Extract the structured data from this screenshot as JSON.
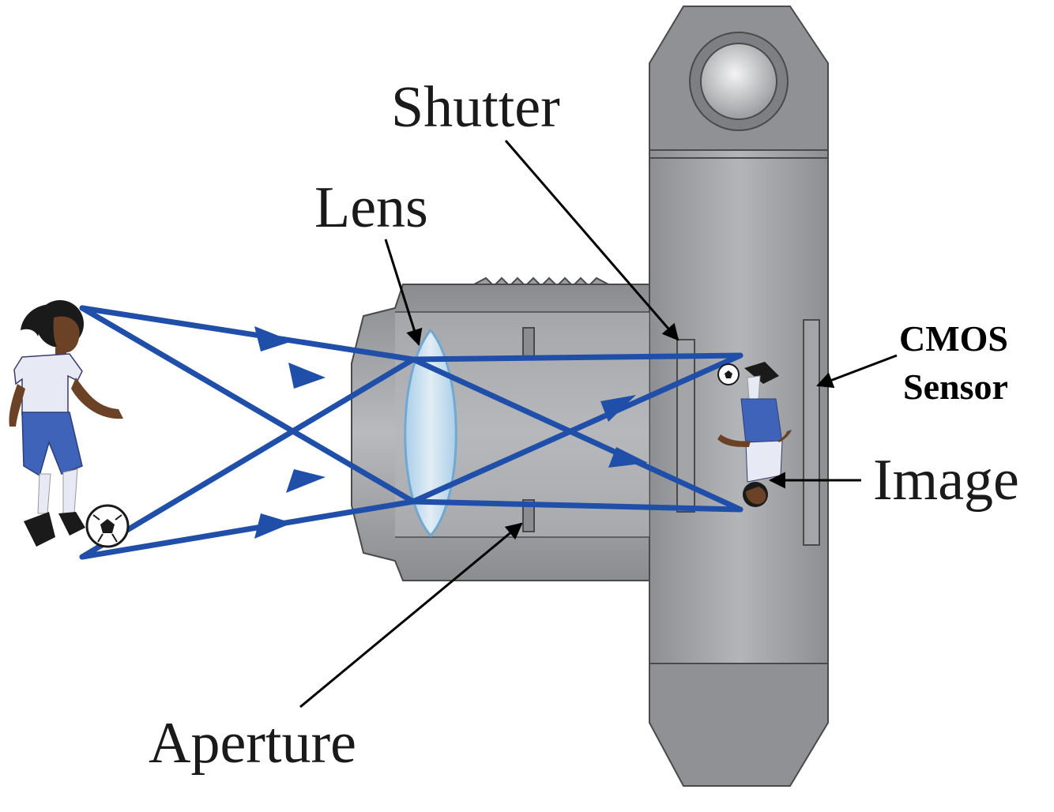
{
  "labels": {
    "shutter": "Shutter",
    "lens": "Lens",
    "aperture": "Aperture",
    "image": "Image",
    "cmos_line1": "CMOS",
    "cmos_line2": "Sensor"
  },
  "colors": {
    "ray": "#1f4fa8",
    "body_dark": "#8a8c8f",
    "body_mid": "#a7a9ac",
    "body_light": "#c2c4c7",
    "lens_glass": "#c9e4f7",
    "leader": "#000000"
  },
  "icons": {
    "subject": "soccer-player-figure",
    "image": "inverted-soccer-player-figure",
    "ball": "soccer-ball-icon"
  }
}
